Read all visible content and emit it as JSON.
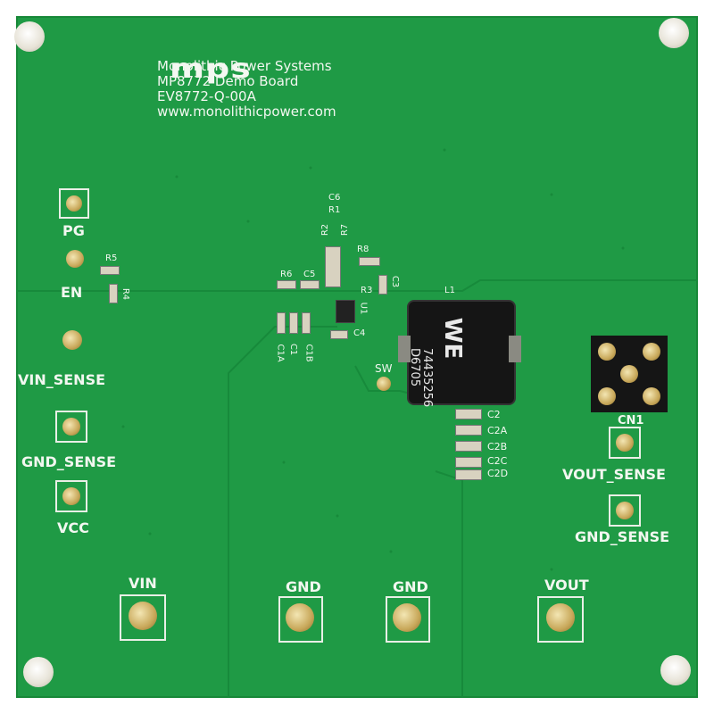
{
  "board": {
    "brand": "mps",
    "header": [
      "Monolithic Power Systems",
      "MP8772 Demo Board",
      "EV8772-Q-00A",
      "www.monolithicpower.com"
    ],
    "inductor_marking": {
      "brand": "WE",
      "part": "74435256",
      "lot": "D6705"
    }
  },
  "connectors": {
    "pg": "PG",
    "en": "EN",
    "vin_sense": "VIN_SENSE",
    "gnd_sense_left": "GND_SENSE",
    "vcc": "VCC",
    "sw": "SW",
    "cn1": "CN1",
    "vout_sense": "VOUT_SENSE",
    "gnd_sense_right": "GND_SENSE",
    "vin": "VIN",
    "gnd1": "GND",
    "gnd2": "GND",
    "vout": "VOUT"
  },
  "refdes": {
    "c6": "C6",
    "r1": "R1",
    "r2": "R2",
    "r7": "R7",
    "r8": "R8",
    "r5": "R5",
    "r4": "R4",
    "r6": "R6",
    "c5": "C5",
    "c3": "C3",
    "r3": "R3",
    "u1": "U1",
    "c4": "C4",
    "c1a": "C1A",
    "c1": "C1",
    "c1b": "C1B",
    "l1": "L1",
    "c2": "C2",
    "c2a": "C2A",
    "c2b": "C2B",
    "c2c": "C2C",
    "c2d": "C2D"
  },
  "colors": {
    "pcb": "#1f9a45",
    "silkscreen": "#f2f7f0",
    "gold": "#c8a85a"
  }
}
